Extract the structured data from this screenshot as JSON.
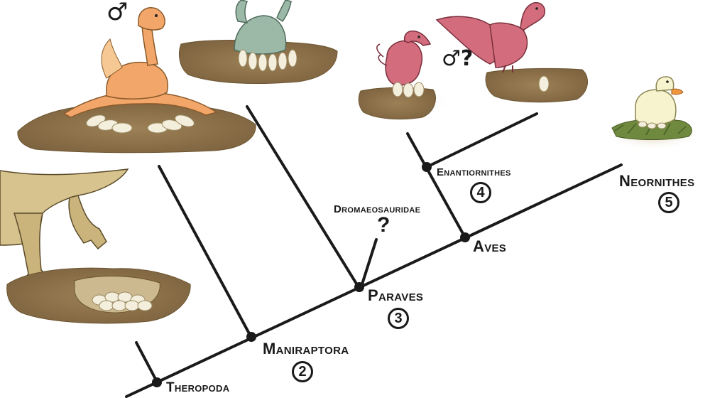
{
  "clades": {
    "theropoda": "Theropoda",
    "maniraptora": "Maniraptora",
    "paraves": "Paraves",
    "dromaeosauridae": "Dromaeosauridae",
    "aves": "Aves",
    "enantiornithes": "Enantiornithes",
    "neornithes": "Neornithes"
  },
  "markers": {
    "maniraptora": "2",
    "paraves": "3",
    "enantiornithes": "4",
    "neornithes": "5"
  },
  "annotations": {
    "oviraptorid_brooder": "♂",
    "enantiornithine_brooder": "♂?",
    "dromaeosaur_unknown": "?"
  },
  "colors": {
    "line": "#1a1a1a",
    "ground": "#8b7049",
    "ground_top": "#a68a5c",
    "egg": "#f4efdc",
    "theropod": "#d7c38e",
    "oviraptorid": "#f2a66a",
    "troodontid": "#9cb8a6",
    "enantiornithine": "#d36d7e",
    "duck": "#f7f3cf",
    "duck_bill": "#f0963c",
    "nest": "#6f8a3f"
  }
}
